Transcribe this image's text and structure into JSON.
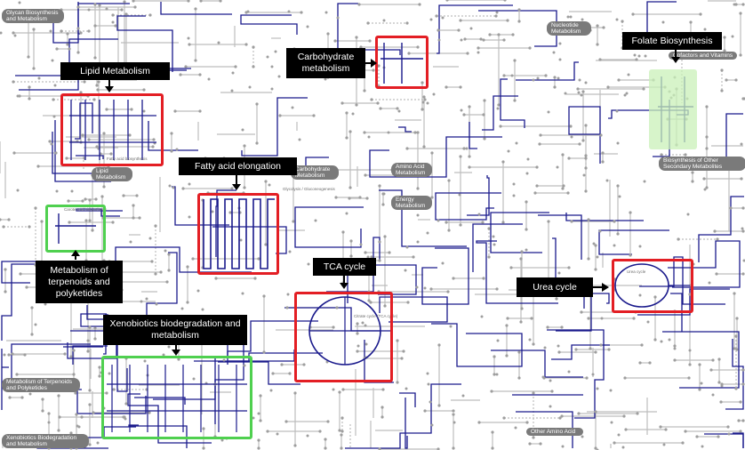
{
  "colors": {
    "pathway_blue": "#1a1a8c",
    "pathway_gray": "#bdbdbd",
    "node_gray": "#9e9e9e",
    "red_box": "#e31e24",
    "green_box": "#4fd04f",
    "folate_fill": "#c9f0b8",
    "callout_bg": "#000000",
    "pill_bg": "#7a7a7a"
  },
  "callouts": {
    "lipid": "Lipid Metabolism",
    "carbohydrate": "Carbohydrate metabolism",
    "folate": "Folate Biosynthesis",
    "fatty_acid": "Fatty acid elongation",
    "terpenoids": "Metabolism of terpenoids and polyketides",
    "tca": "TCA cycle",
    "urea": "Urea cycle",
    "xenobiotics": "Xenobiotics biodegradation and metabolism"
  },
  "categories": {
    "glycan": "Glycan Biosynthesis and Metabolism",
    "nucleotide": "Nucleotide Metabolism",
    "cofactors": "Cofactors and Vitamins",
    "lipid": "Lipid Metabolism",
    "carbohydrate": "Carbohydrate Metabolism",
    "amino_acid": "Amino Acid Metabolism",
    "energy": "Energy Metabolism",
    "secondary": "Biosynthesis of Other Secondary Metabolites",
    "terpenoids": "Metabolism of Terpenoids and Polyketides",
    "xenobiotics": "Xenobiotics Biodegradation and Metabolism",
    "other_amino": "Other Amino Acid"
  },
  "labels": {
    "tca_inner": "Citrate cycle (TCA cycle)",
    "urea_inner": "Urea cycle",
    "carotenoid": "Carotenoid biosynthesis",
    "fatty_acid_bio": "Fatty acid biosynthesis",
    "glycolysis": "Glycolysis / Gluconeogenesis"
  }
}
